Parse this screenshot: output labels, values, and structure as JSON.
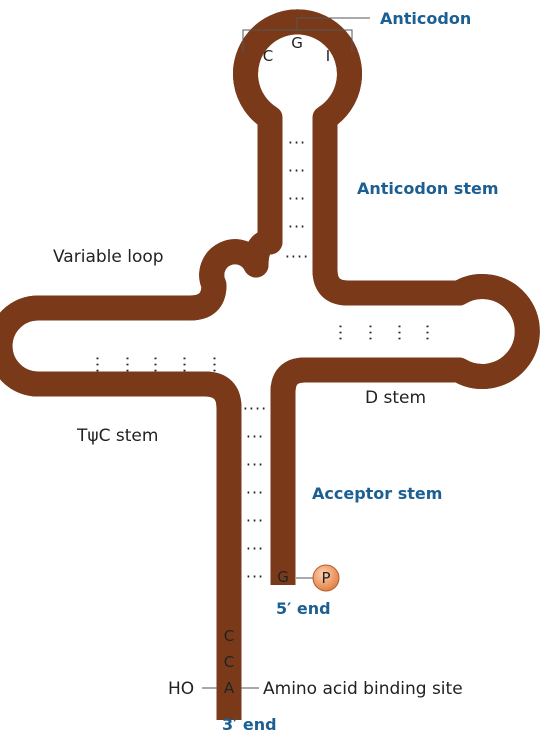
{
  "labels": {
    "anticodon": "Anticodon",
    "anticodon_stem": "Anticodon stem",
    "variable_loop": "Variable loop",
    "d_stem": "D stem",
    "tpsic_stem": "TψC stem",
    "acceptor_stem": "Acceptor stem",
    "five_end": "5′ end",
    "three_end": "3′ end",
    "ho": "HO",
    "amino_acid_site": "Amino acid binding site",
    "phosphate": "P"
  },
  "bases": {
    "anticodon": [
      "C",
      "G",
      "I"
    ],
    "acceptor_end": "G",
    "cca": [
      "C",
      "C",
      "A"
    ]
  },
  "colors": {
    "strand_fill": "#d98a5e",
    "strand_outline": "#7a3a1a",
    "label_accent": "#1c5f93",
    "phosphate_fill": "#f0a070"
  }
}
